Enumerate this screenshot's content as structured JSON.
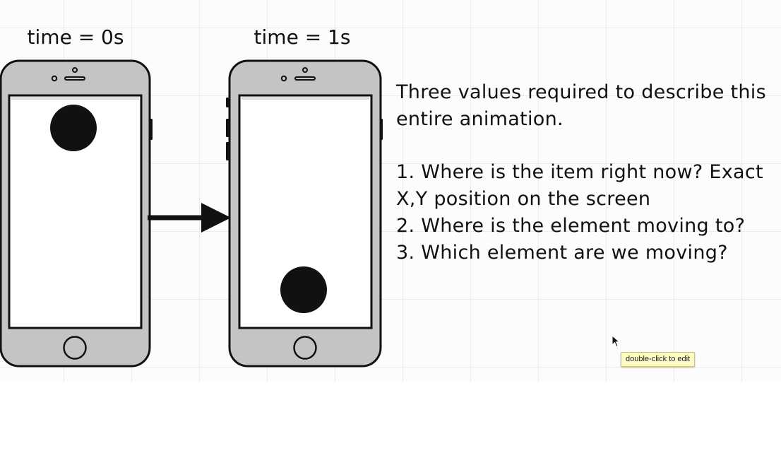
{
  "diagram": {
    "frames": [
      {
        "label": "time = 0s",
        "ball_position": "top"
      },
      {
        "label": "time = 1s",
        "ball_position": "bottom"
      }
    ],
    "description": {
      "intro_lines": [
        "Three values required to describe this",
        "entire animation."
      ],
      "items": [
        "1. Where is the item right now?  Exact",
        "X,Y position on the screen",
        "2. Where is the element moving to?",
        "3. Which element are we moving?"
      ]
    }
  },
  "tooltip": {
    "text": "double-click to edit"
  },
  "colors": {
    "phone_body": "#c4c4c4",
    "ink": "#111111",
    "tooltip_bg": "#fffbc6"
  }
}
